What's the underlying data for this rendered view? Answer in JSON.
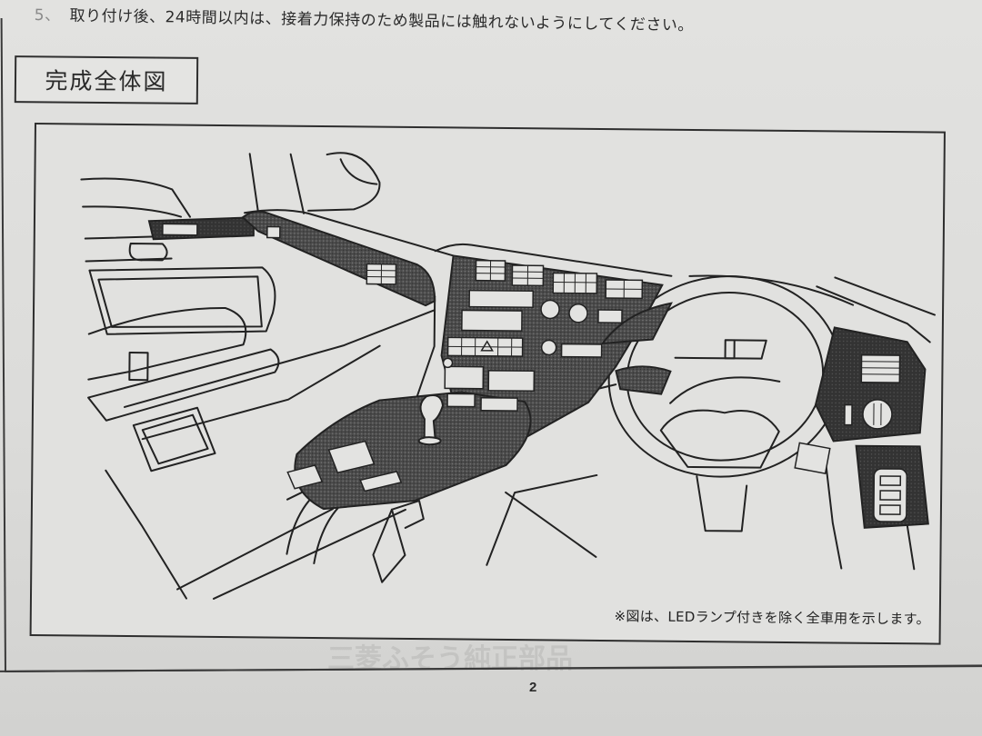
{
  "document": {
    "instruction": {
      "number": "5、",
      "text": "取り付け後、24時間以内は、接着力保持のため製品には触れないようにしてください。"
    },
    "section_title": "完成全体図",
    "figure": {
      "description": "Line illustration of a right-hand-drive vehicle interior (dashboard, center console with shift knob, steering wheel, door panels) showing wood/carbon-textured trim panels installed",
      "caption": "※図は、LEDランプ付きを除く全車用を示します。"
    },
    "page_number": "2",
    "bleed_through_text": "三菱ふそう純正部品"
  }
}
